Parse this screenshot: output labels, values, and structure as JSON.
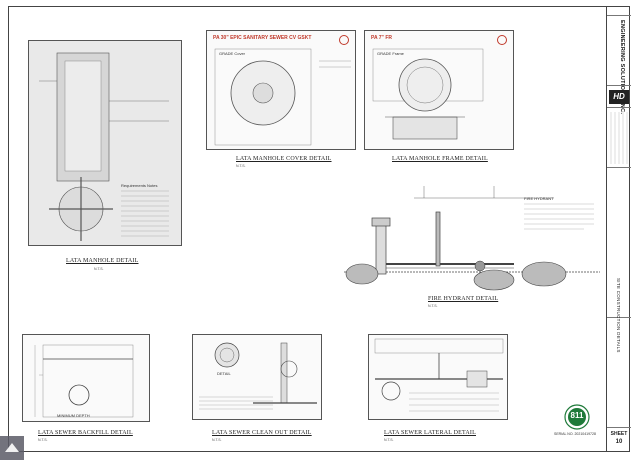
{
  "details": {
    "manhole": {
      "caption": "LATA MANHOLE DETAIL",
      "note_title": "Requirements Notes",
      "scale": "N.T.S."
    },
    "cover": {
      "caption": "LATA MANHOLE COVER DETAIL",
      "scale": "N.T.S.",
      "card_title": "PA 30\" EPIC SANITARY SEWER CV GSKT",
      "section_label": "GRADE Cover"
    },
    "frame": {
      "caption": "LATA MANHOLE FRAME DETAIL",
      "card_title": "PA 7\" FR",
      "section_label": "GRADE Frame"
    },
    "hydrant": {
      "caption": "FIRE HYDRANT DETAIL",
      "scale": "N.T.S.",
      "note_title": "FIRE HYDRANT"
    },
    "backfill": {
      "caption": "LATA SEWER BACKFILL DETAIL",
      "scale": "N.T.S.",
      "inner_label": "MINIMUM DEPTH"
    },
    "cleanout": {
      "caption": "LATA SEWER CLEAN OUT DETAIL",
      "scale": "N.T.S.",
      "top_label": "DETAIL"
    },
    "lateral": {
      "caption": "LATA SEWER LATERAL DETAIL",
      "scale": "N.T.S."
    }
  },
  "title_block": {
    "firm": "ENGINEERING SOLUTIONS, INC.",
    "logo": "HD",
    "sheet_title": "SITE CONSTRUCTION DETAILS",
    "sheet_label": "SHEET",
    "sheet_no": "10",
    "seal": "811",
    "seal_note": "SERIAL NO. 20210419728"
  },
  "colors": {
    "line": "#444444",
    "fill": "#f3f3f3",
    "red_mark": "#c0392b",
    "seal_green": "#1f7a3a"
  }
}
